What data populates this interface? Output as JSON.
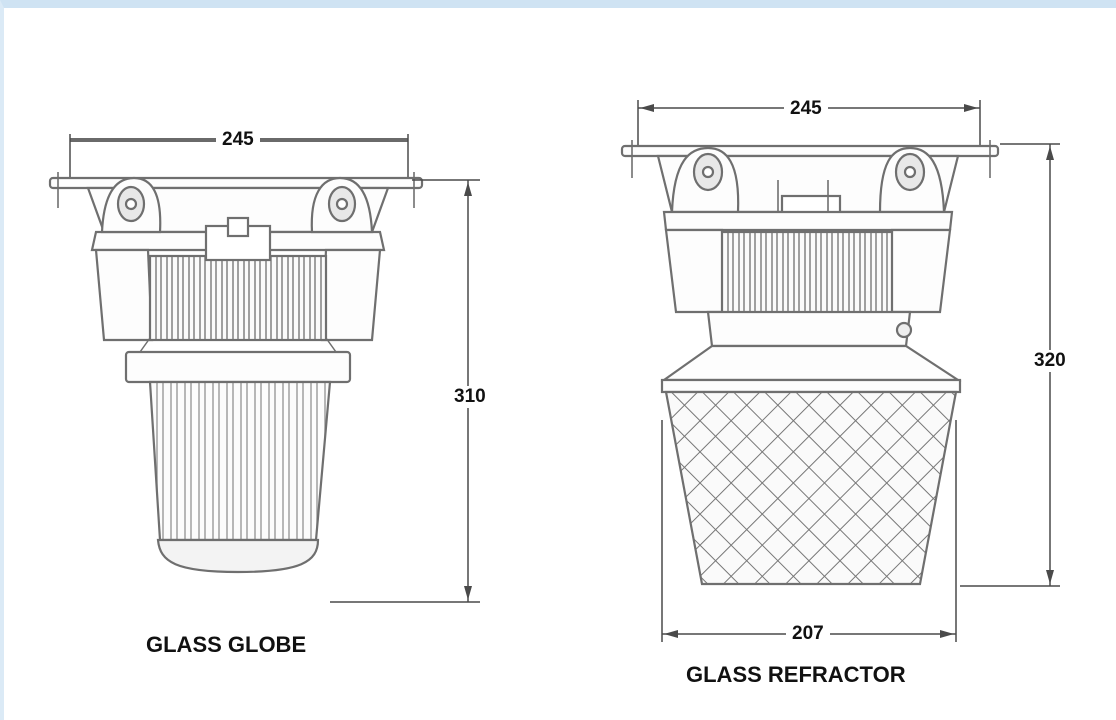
{
  "diagram": {
    "left_fixture": {
      "width_dim": "245",
      "height_dim": "310",
      "caption": "GLASS GLOBE"
    },
    "right_fixture": {
      "width_dim": "245",
      "height_dim": "320",
      "bottom_dim": "207",
      "caption": "GLASS REFRACTOR"
    }
  },
  "colors": {
    "line": "#6f6f6f",
    "dim_line": "#4a4a4a",
    "frame": "#cfe3f3"
  }
}
